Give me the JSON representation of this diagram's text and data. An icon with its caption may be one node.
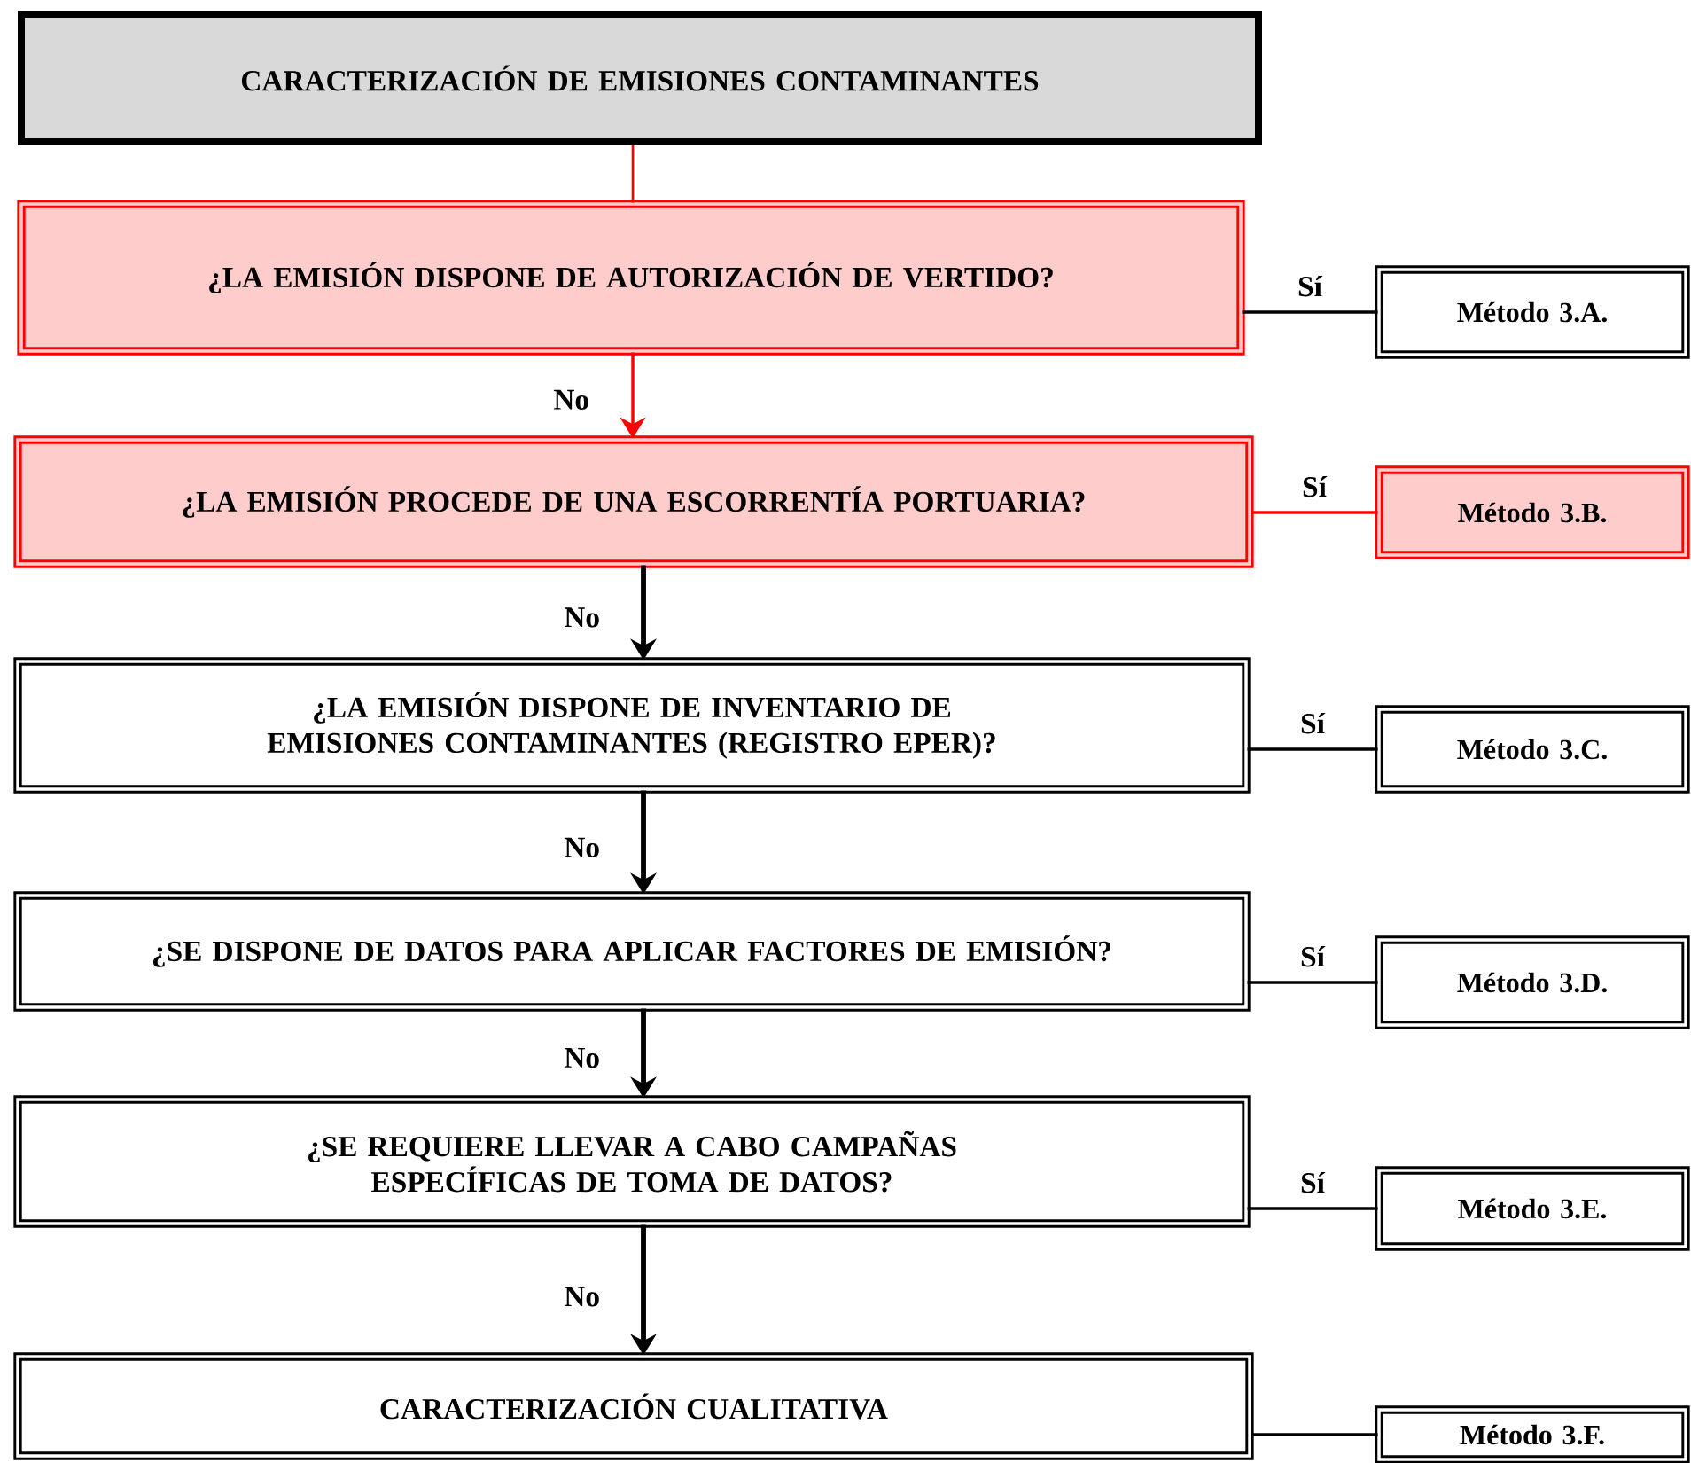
{
  "diagram": {
    "nodes": [
      {
        "text": [
          "CARACTERIZACIÓN DE EMISIONES CONTAMINANTES"
        ]
      },
      {
        "text": [
          "¿LA EMISIÓN DISPONE DE AUTORIZACIÓN DE VERTIDO?"
        ]
      },
      {
        "text": [
          "Método 3.A."
        ]
      },
      {
        "text": [
          "¿LA EMISIÓN PROCEDE DE UNA ESCORRENTÍA PORTUARIA?"
        ]
      },
      {
        "text": [
          "Método 3.B."
        ]
      },
      {
        "text": [
          "¿LA EMISIÓN DISPONE DE INVENTARIO DE EMISIONES CONTAMINANTES (REGISTRO EPER)?"
        ]
      },
      {
        "text": [
          "Método 3.C."
        ]
      },
      {
        "text": [
          "¿SE DISPONE DE DATOS PARA APLICAR FACTORES DE EMISIÓN?"
        ]
      },
      {
        "text": [
          "Método 3.D."
        ]
      },
      {
        "text": [
          "¿SE REQUIERE LLEVAR A CABO CAMPAÑAS ESPECÍFICAS DE TOMA DE DATOS?"
        ]
      },
      {
        "text": [
          "Método 3.E."
        ]
      },
      {
        "text": [
          "CARACTERIZACIÓN CUALITATIVA"
        ]
      },
      {
        "text": [
          "Método 3.F."
        ]
      }
    ],
    "edges": [
      {
        "from": 0,
        "to": 1,
        "arrow": "none",
        "color": "#ff0000"
      },
      {
        "from": 1,
        "to": 2,
        "arrow": "none",
        "label": "Sí"
      },
      {
        "from": 1,
        "to": 3,
        "arrow": "to",
        "label": "No",
        "color": "#ff0000"
      },
      {
        "from": 3,
        "to": 4,
        "arrow": "none",
        "label": "Sí",
        "color": "#ff0000"
      },
      {
        "from": 3,
        "to": 5,
        "arrow": "to",
        "label": "No"
      },
      {
        "from": 5,
        "to": 6,
        "arrow": "none",
        "label": "Sí"
      },
      {
        "from": 5,
        "to": 7,
        "arrow": "to",
        "label": "No"
      },
      {
        "from": 7,
        "to": 8,
        "arrow": "none",
        "label": "Sí"
      },
      {
        "from": 7,
        "to": 9,
        "arrow": "to",
        "label": "No"
      },
      {
        "from": 9,
        "to": 10,
        "arrow": "none",
        "label": "Sí"
      },
      {
        "from": 9,
        "to": 11,
        "arrow": "to",
        "label": "No"
      },
      {
        "from": 11,
        "to": 12,
        "arrow": "none"
      }
    ]
  }
}
